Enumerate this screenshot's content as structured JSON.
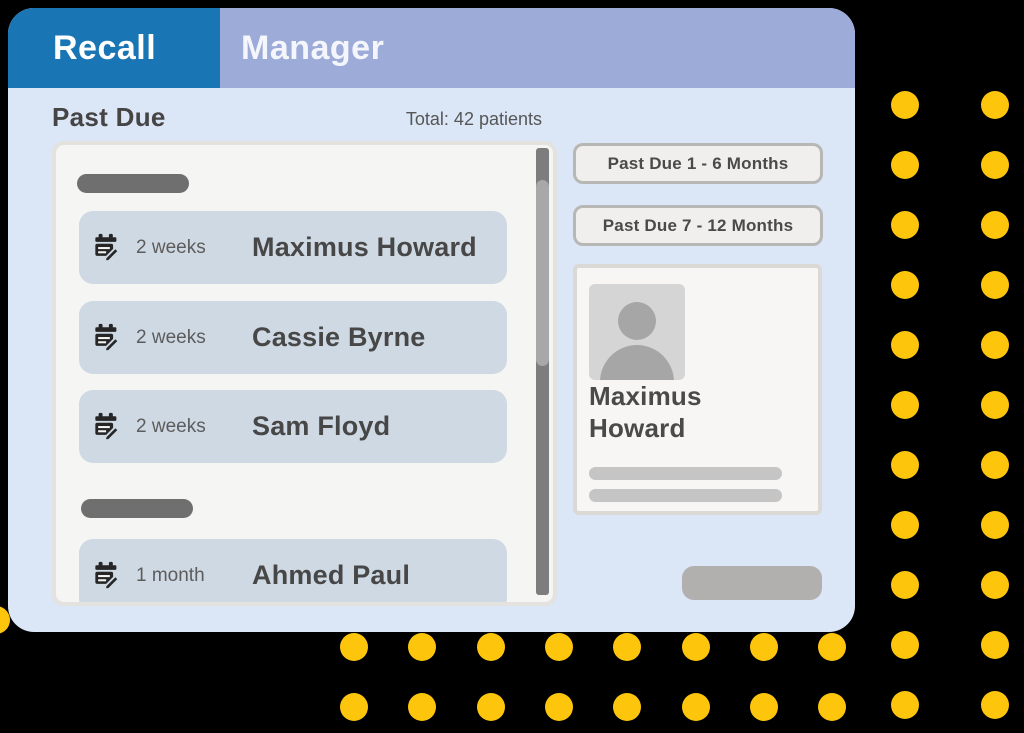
{
  "header": {
    "brand_primary": "Recall",
    "brand_secondary": "Manager"
  },
  "main": {
    "section_title": "Past Due",
    "total_label": "Total: 42 patients"
  },
  "list": {
    "groups": [
      {
        "patients": [
          {
            "due": "2 weeks",
            "name": "Maximus Howard"
          },
          {
            "due": "2 weeks",
            "name": "Cassie Byrne"
          },
          {
            "due": "2 weeks",
            "name": "Sam Floyd"
          }
        ]
      },
      {
        "patients": [
          {
            "due": "1 month",
            "name": "Ahmed Paul"
          }
        ]
      }
    ]
  },
  "filters": {
    "buttons": [
      "Past Due 1 - 6 Months",
      "Past Due 7 - 12 Months"
    ]
  },
  "patient_card": {
    "name": "Maximus Howard"
  },
  "icons": {
    "list_item": "calendar-edit-icon",
    "avatar": "person-icon"
  },
  "colors": {
    "brand_blue": "#1a75b5",
    "header_lavender": "#9dabd9",
    "card_bg": "#dbe6f6",
    "list_item_bg": "#cfd9e4",
    "accent_dot": "#fdc60d"
  }
}
